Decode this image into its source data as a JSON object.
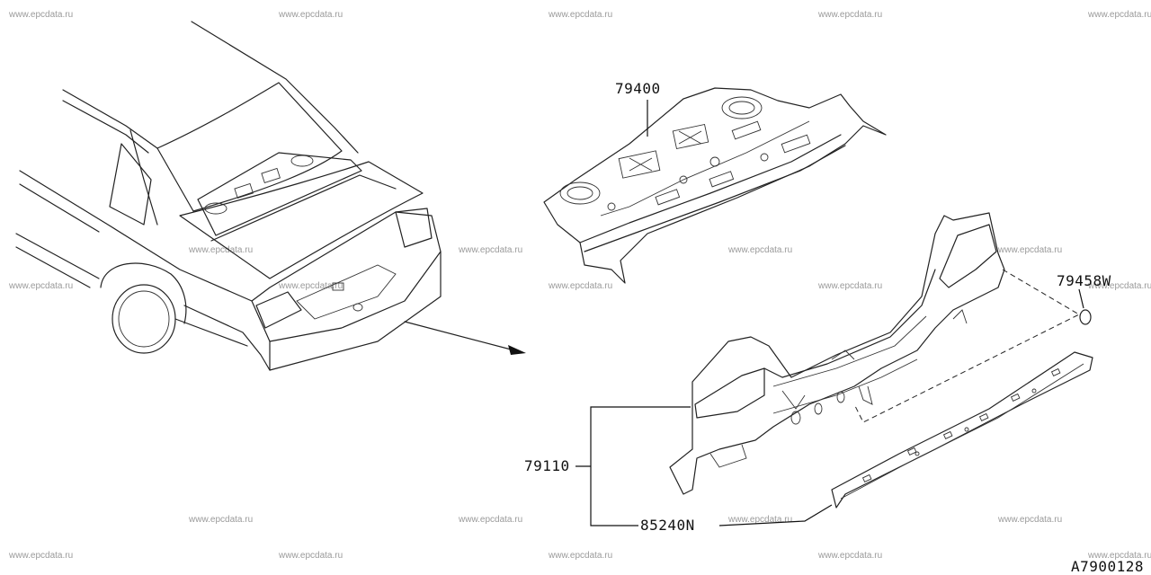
{
  "watermark": "www.epcdata.ru",
  "parts": {
    "p79400": "79400",
    "p79458w": "79458W",
    "p79110": "79110",
    "p85240n": "85240N"
  },
  "diagram_code": "A7900128"
}
